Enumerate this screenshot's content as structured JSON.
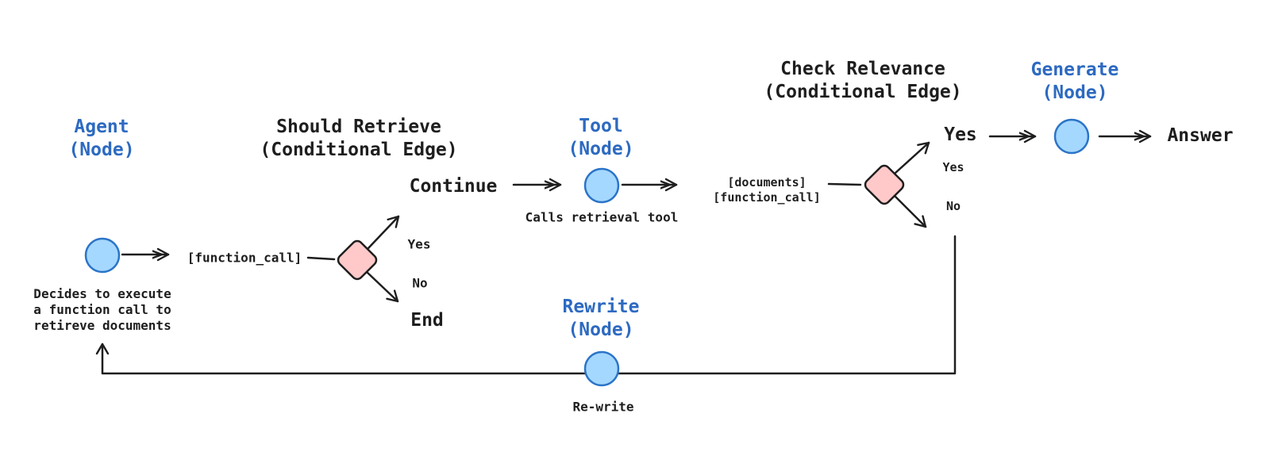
{
  "diagram": {
    "headings": {
      "agent": {
        "title": "Agent",
        "subtitle": "(Node)"
      },
      "should_retrieve": {
        "title": "Should Retrieve",
        "subtitle": "(Conditional Edge)"
      },
      "tool": {
        "title": "Tool",
        "subtitle": "(Node)"
      },
      "check_relevance": {
        "title": "Check Relevance",
        "subtitle": "(Conditional Edge)"
      },
      "generate": {
        "title": "Generate",
        "subtitle": "(Node)"
      },
      "rewrite": {
        "title": "Rewrite",
        "subtitle": "(Node)"
      }
    },
    "edge_labels": {
      "function_call": "[function_call]",
      "documents_line1": "[documents]",
      "documents_line2": "[function_call]",
      "continue": "Continue",
      "end": "End",
      "yes_small_1": "Yes",
      "no_small_1": "No",
      "yes_large": "Yes",
      "yes_small_2": "Yes",
      "no_small_2": "No",
      "answer": "Answer",
      "rewrite_action": "Re-write"
    },
    "notes": {
      "agent_description": [
        "Decides to execute",
        "a function call to",
        "retireve documents"
      ],
      "tool_description": "Calls retrieval tool"
    },
    "colors": {
      "node_fill": "#a5d8ff",
      "node_stroke": "#2b74c7",
      "diamond_fill": "#ffc9c9",
      "stroke_dark": "#1e1e1e",
      "text_blue": "#2d6ac1",
      "text_dark": "#1e1e1e",
      "background": "#ffffff"
    }
  }
}
